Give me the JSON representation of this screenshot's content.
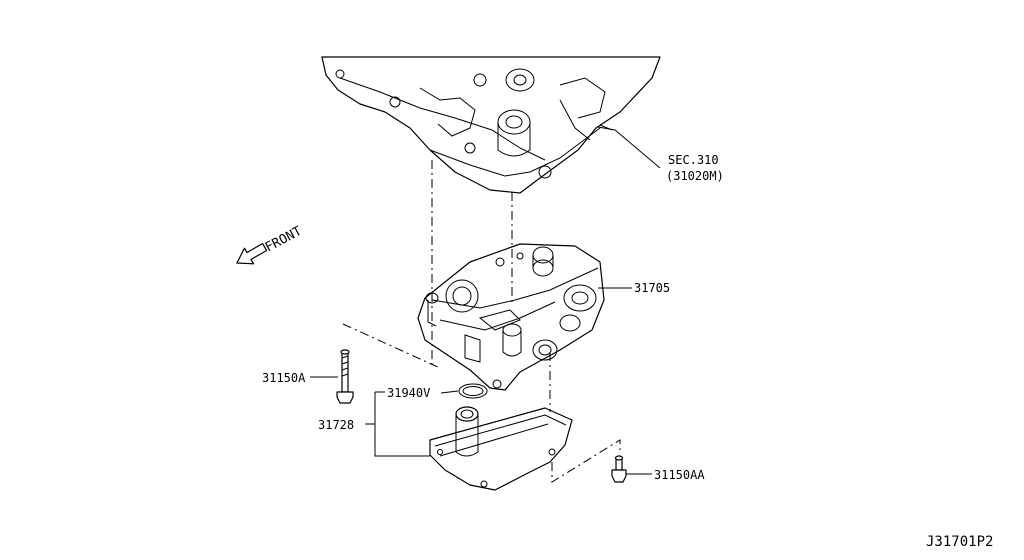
{
  "labels": {
    "sec_ref": "SEC.310",
    "sec_ref_sub": "(31020M)",
    "control_valve": "31705",
    "bolt_a": "31150A",
    "o_ring": "31940V",
    "oil_strainer": "31728",
    "bolt_aa": "31150AA",
    "front": "FRONT",
    "diagram_code": "J31701P2"
  },
  "icons": {
    "front_arrow": "front-arrow-icon"
  }
}
